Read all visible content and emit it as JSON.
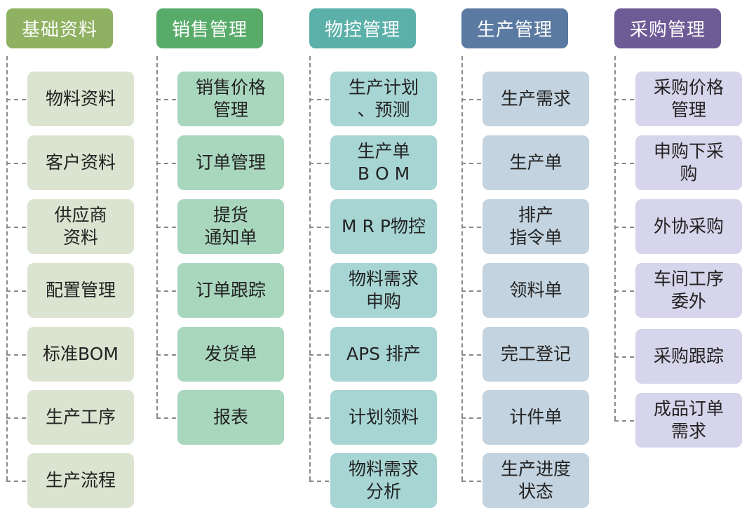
{
  "columns": [
    {
      "title": "基础资料",
      "header_color": "#8fb162",
      "item_color": "#dbe4d0",
      "items": [
        "物料资料",
        "客户资料",
        "供应商\n资料",
        "配置管理",
        "标准BOM",
        "生产工序",
        "生产流程"
      ]
    },
    {
      "title": "销售管理",
      "header_color": "#58ab69",
      "item_color": "#a9d7bd",
      "items": [
        "销售价格\n管理",
        "订单管理",
        "提货\n通知单",
        "订单跟踪",
        "发货单",
        "报表"
      ]
    },
    {
      "title": "物控管理",
      "header_color": "#5bb0a9",
      "item_color": "#a7d5d4",
      "items": [
        "生产计划\n、预测",
        "生产单\nB O M",
        "M R P物控",
        "物料需求\n申购",
        "APS 排产",
        "计划领料",
        "物料需求\n分析"
      ]
    },
    {
      "title": "生产管理",
      "header_color": "#5a7aa1",
      "item_color": "#c3d3df",
      "items": [
        "生产需求",
        "生产单",
        "排产\n指令单",
        "领料单",
        "完工登记",
        "计件单",
        "生产进度\n状态"
      ]
    },
    {
      "title": "采购管理",
      "header_color": "#6d5b96",
      "item_color": "#d6d5eb",
      "items": [
        "采购价格\n管理",
        "申购下采\n购",
        "外协采购",
        "车间工序\n委外",
        "采购跟踪",
        "成品订单\n需求"
      ]
    }
  ]
}
